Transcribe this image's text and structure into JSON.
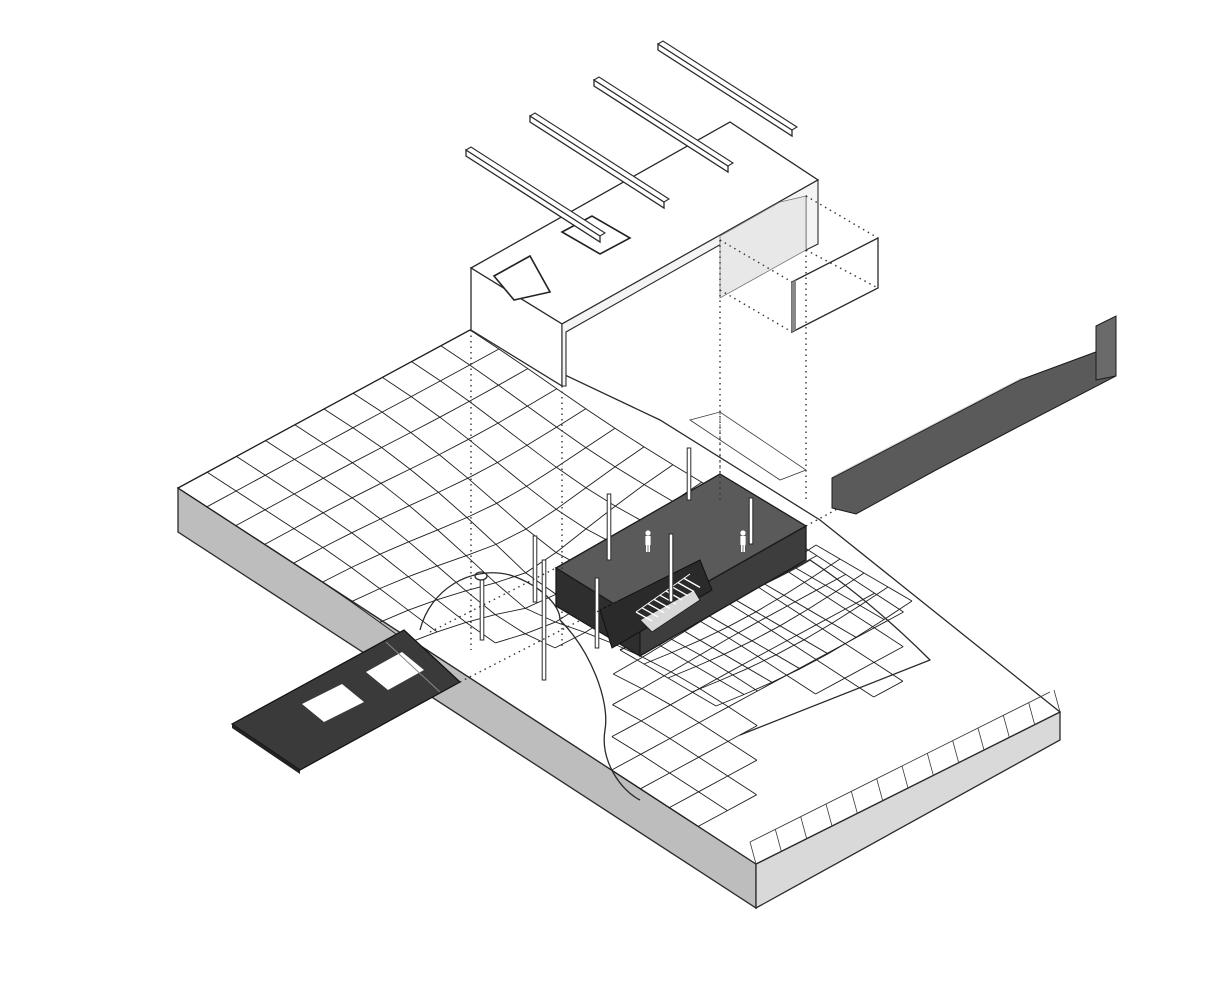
{
  "diagram": {
    "kind": "exploded-axonometric",
    "colors": {
      "paper": "#ffffff",
      "line": "#2a2a2a",
      "side_face": "#bdbdbd",
      "dark_volume": "#3d3d3d",
      "fence": "#5a5a5a",
      "ramp_slab": "#3a3a3a"
    },
    "components": [
      {
        "id": "roof-beams",
        "count": 4
      },
      {
        "id": "roof-box"
      },
      {
        "id": "screen-panel"
      },
      {
        "id": "site-slab"
      },
      {
        "id": "gridded-terrain"
      },
      {
        "id": "dark-pavilion"
      },
      {
        "id": "stair"
      },
      {
        "id": "columns"
      },
      {
        "id": "human-figures",
        "count": 2
      },
      {
        "id": "detached-ramp-slab"
      },
      {
        "id": "boundary-fence"
      }
    ]
  }
}
